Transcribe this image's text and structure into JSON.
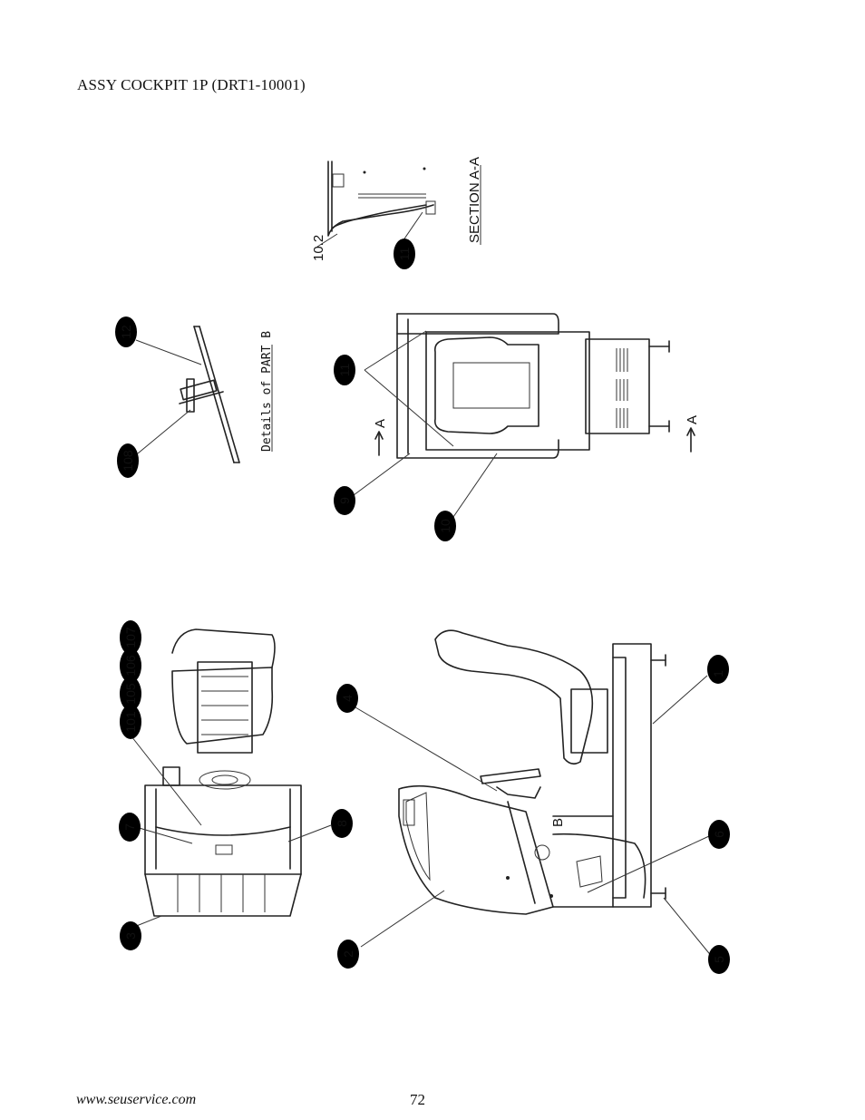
{
  "header": {
    "title": "ASSY COCKPIT 1P (DRT1-10001)"
  },
  "footer": {
    "url": "www.seuservice.com",
    "page_number": "72"
  },
  "drawing": {
    "labels": {
      "details": "Details of PART B",
      "section": "SECTION A-A",
      "arrow_a": "A",
      "point_b": "B",
      "dimension": "10.2"
    },
    "callouts": {
      "c1": "1",
      "c2": "2",
      "c3": "3",
      "c4": "4",
      "c5": "5",
      "c6": "6",
      "c7": "7",
      "c8": "8",
      "c9": "9",
      "c10": "10",
      "c11a": "11",
      "c11b": "11",
      "c12": "12",
      "c101": "101",
      "c105": "105",
      "c106": "106",
      "c107": "107",
      "c108": "108"
    }
  }
}
